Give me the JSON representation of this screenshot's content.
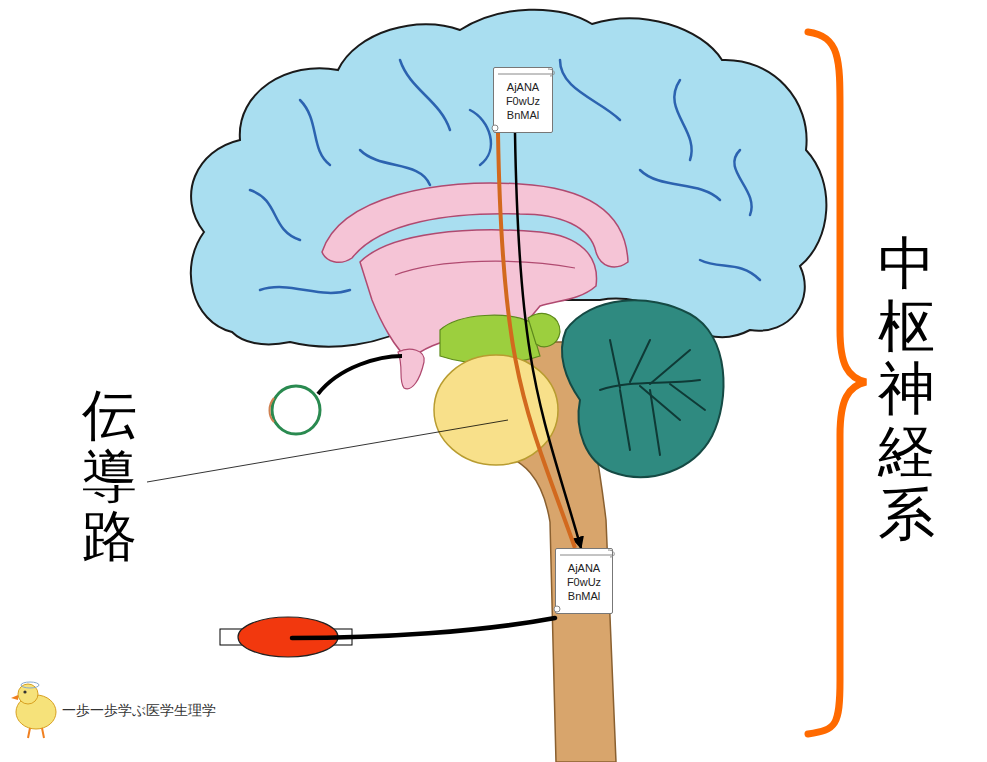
{
  "diagram": {
    "nodes": [
      {
        "text": [
          "AjANA F0wUz BnMAl"
        ]
      },
      {
        "text": [
          "AjANA F0wUz BnMAl"
        ]
      }
    ],
    "edges": [
      {
        "from": 0,
        "to": 1,
        "arrow": "to"
      },
      {
        "from": 0,
        "to": 1,
        "arrow": "none"
      }
    ],
    "labels": [
      "伝導路",
      "中枢神経系",
      "一歩一歩学ぶ医学生理学"
    ]
  }
}
